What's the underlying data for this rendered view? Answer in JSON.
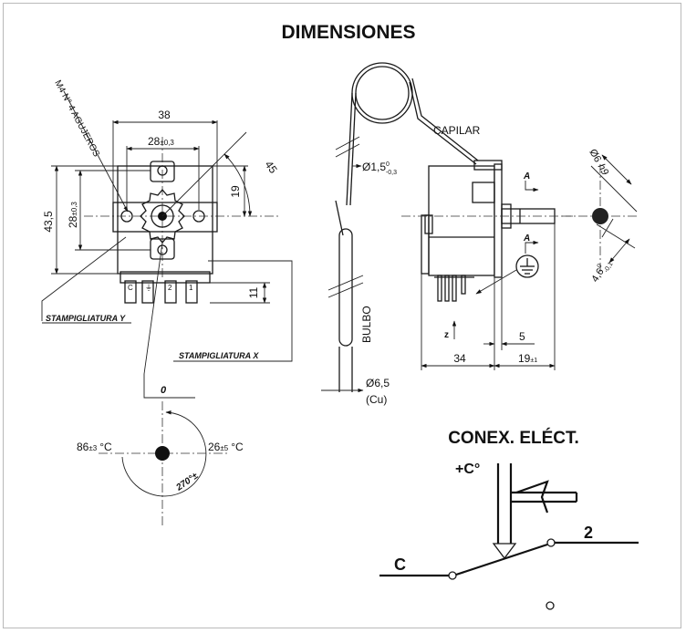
{
  "title": "DIMENSIONES",
  "front_view": {
    "holes_note": "M4 N° 4 AGUJEROS",
    "width_overall": "38",
    "hole_spacing": "28",
    "hole_spacing_tol": "±0,3",
    "height_overall": "43,5",
    "vertical_hole_spacing": "28",
    "vertical_hole_spacing_tol": "±0,3",
    "offset_19": "19",
    "angle_45": "45",
    "terminal_height": "11",
    "terminal_labels": [
      "C",
      "⏚",
      "2",
      "1"
    ],
    "stamp_y": "STAMPIGLIATURA Y",
    "stamp_x": "STAMPIGLIATURA X"
  },
  "side_view": {
    "capilar_label": "CAPILAR",
    "capillary_diameter": "Ø1,5",
    "capillary_tol_upper": "0",
    "capillary_tol_lower": "-0,3",
    "bulb_label": "BULBO",
    "bulb_diameter": "Ø6,5",
    "bulb_material": "(Cu)",
    "body_depth": "34",
    "shaft_length": "19",
    "shaft_length_tol": "±1",
    "shaft_step": "5",
    "section_mark": "A",
    "z_label": "z",
    "shaft_diameter": "Ø6",
    "shaft_diameter_tol": "h9",
    "flat_width": "4,6",
    "flat_width_tol_upper": "0",
    "flat_width_tol_lower": "-0,1"
  },
  "dial": {
    "zero_label": "0",
    "left_temp": "86",
    "left_temp_tol": "±3",
    "left_unit": "°C",
    "right_temp": "26",
    "right_temp_tol": "±5",
    "right_unit": "°C",
    "rotation": "270°±"
  },
  "electrical": {
    "title": "CONEX. ELÉCT.",
    "plus_c": "+C°",
    "common": "C",
    "terminal_2": "2"
  }
}
